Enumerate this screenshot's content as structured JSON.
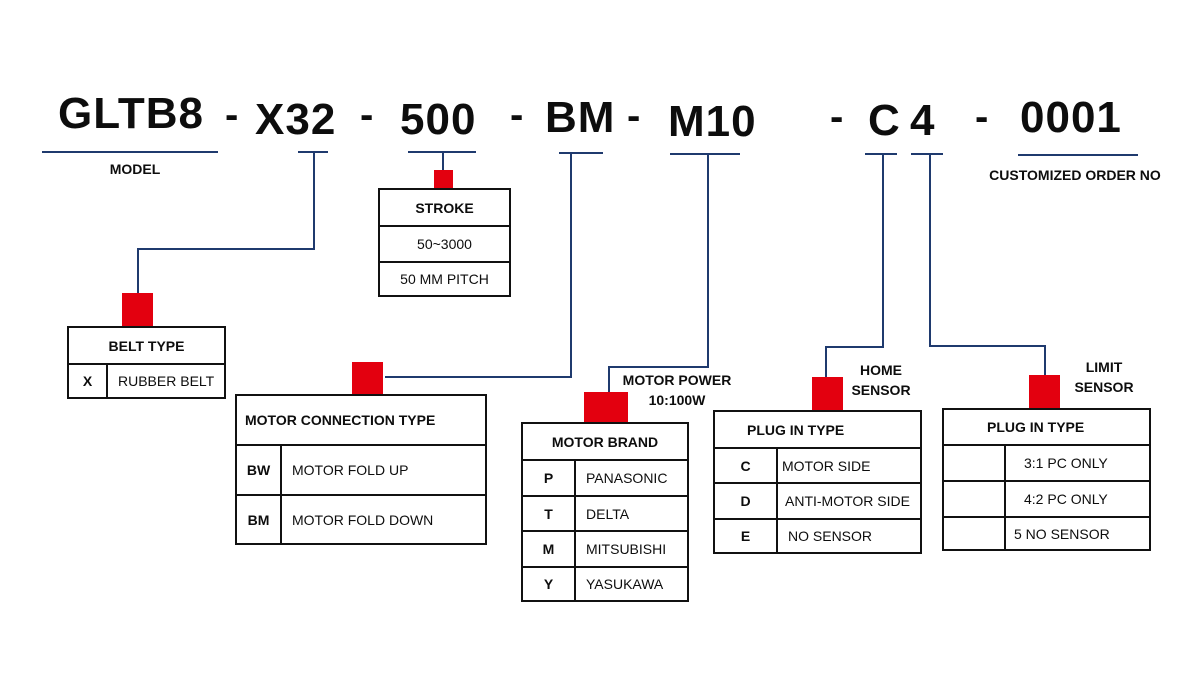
{
  "code": {
    "model": "GLTB8",
    "belt": "X32",
    "stroke": "500",
    "connection": "BM",
    "power": "M10",
    "home_sensor": "C",
    "limit_sensor": "4",
    "order_no": "0001",
    "separator": "-"
  },
  "labels": {
    "model": "MODEL",
    "order_no": "CUSTOMIZED ORDER NO",
    "motor_power_line1": "MOTOR POWER",
    "motor_power_line2": "10:100W",
    "home_sensor_line1": "HOME",
    "home_sensor_line2": "SENSOR",
    "limit_sensor_line1": "LIMIT",
    "limit_sensor_line2": "SENSOR"
  },
  "tables": {
    "stroke": {
      "title": "STROKE",
      "rows": [
        "50~3000",
        "50 MM PITCH"
      ]
    },
    "belt_type": {
      "title": "BELT TYPE",
      "rows": [
        {
          "code": "X",
          "desc": "RUBBER BELT"
        }
      ]
    },
    "motor_connection": {
      "title": "MOTOR CONNECTION TYPE",
      "rows": [
        {
          "code": "BW",
          "desc": "MOTOR FOLD UP"
        },
        {
          "code": "BM",
          "desc": "MOTOR FOLD DOWN"
        }
      ]
    },
    "motor_brand": {
      "title": "MOTOR BRAND",
      "rows": [
        {
          "code": "P",
          "desc": "PANASONIC"
        },
        {
          "code": "T",
          "desc": "DELTA"
        },
        {
          "code": "M",
          "desc": "MITSUBISHI"
        },
        {
          "code": "Y",
          "desc": "YASUKAWA"
        }
      ]
    },
    "home_plug": {
      "title": "PLUG IN TYPE",
      "rows": [
        {
          "code": "C",
          "desc": "MOTOR SIDE"
        },
        {
          "code": "D",
          "desc": "ANTI-MOTOR SIDE"
        },
        {
          "code": "E",
          "desc": "NO SENSOR"
        }
      ]
    },
    "limit_plug": {
      "title": "PLUG IN TYPE",
      "rows": [
        {
          "code": "",
          "desc": "3:1 PC ONLY"
        },
        {
          "code": "",
          "desc": "4:2 PC ONLY"
        },
        {
          "code": "",
          "desc": "5 NO SENSOR"
        }
      ]
    }
  },
  "colors": {
    "connector": "#1f3a6e",
    "marker": "#e3000f",
    "text": "#0d0d0d"
  }
}
